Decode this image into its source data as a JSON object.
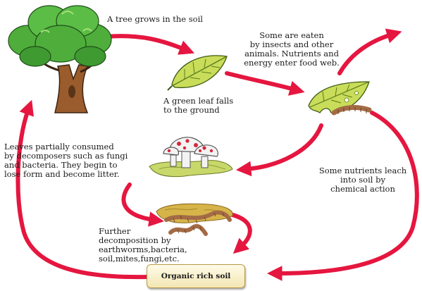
{
  "labels": {
    "tree_grows": "A tree grows in the soil",
    "eaten": "Some are eaten\nby insects and other\nanimals. Nutrients and\nenergy enter food web.",
    "leaf_falls": "A green leaf falls\nto the ground",
    "decomposers": "Leaves partially consumed\nby decomposers such as fungi\nand bacteria. They begin to\nlose form and become litter.",
    "leach": "Some nutrients leach\ninto soil by\nchemical action",
    "further": "Further\ndecomposition by\nearthworms,bacteria,\nsoil,mites,fungi,etc.",
    "soil_box": "Organic rich soil"
  },
  "colors": {
    "arrow": "#e5163f",
    "leaf_green": "#c9dd5a",
    "leaf_vein": "#5a7a1a",
    "trunk": "#9a5c2c",
    "canopy": "#4fae3b",
    "mushroom_cap": "#f3f3f3",
    "mushroom_spots": "#d8263b",
    "litter": "#d6b44a",
    "worm": "#a36b45"
  },
  "icons": [
    "tree-icon",
    "green-leaf-icon",
    "eaten-leaf-icon",
    "caterpillar-icon",
    "mushroom-icon",
    "earthworm-icon"
  ]
}
